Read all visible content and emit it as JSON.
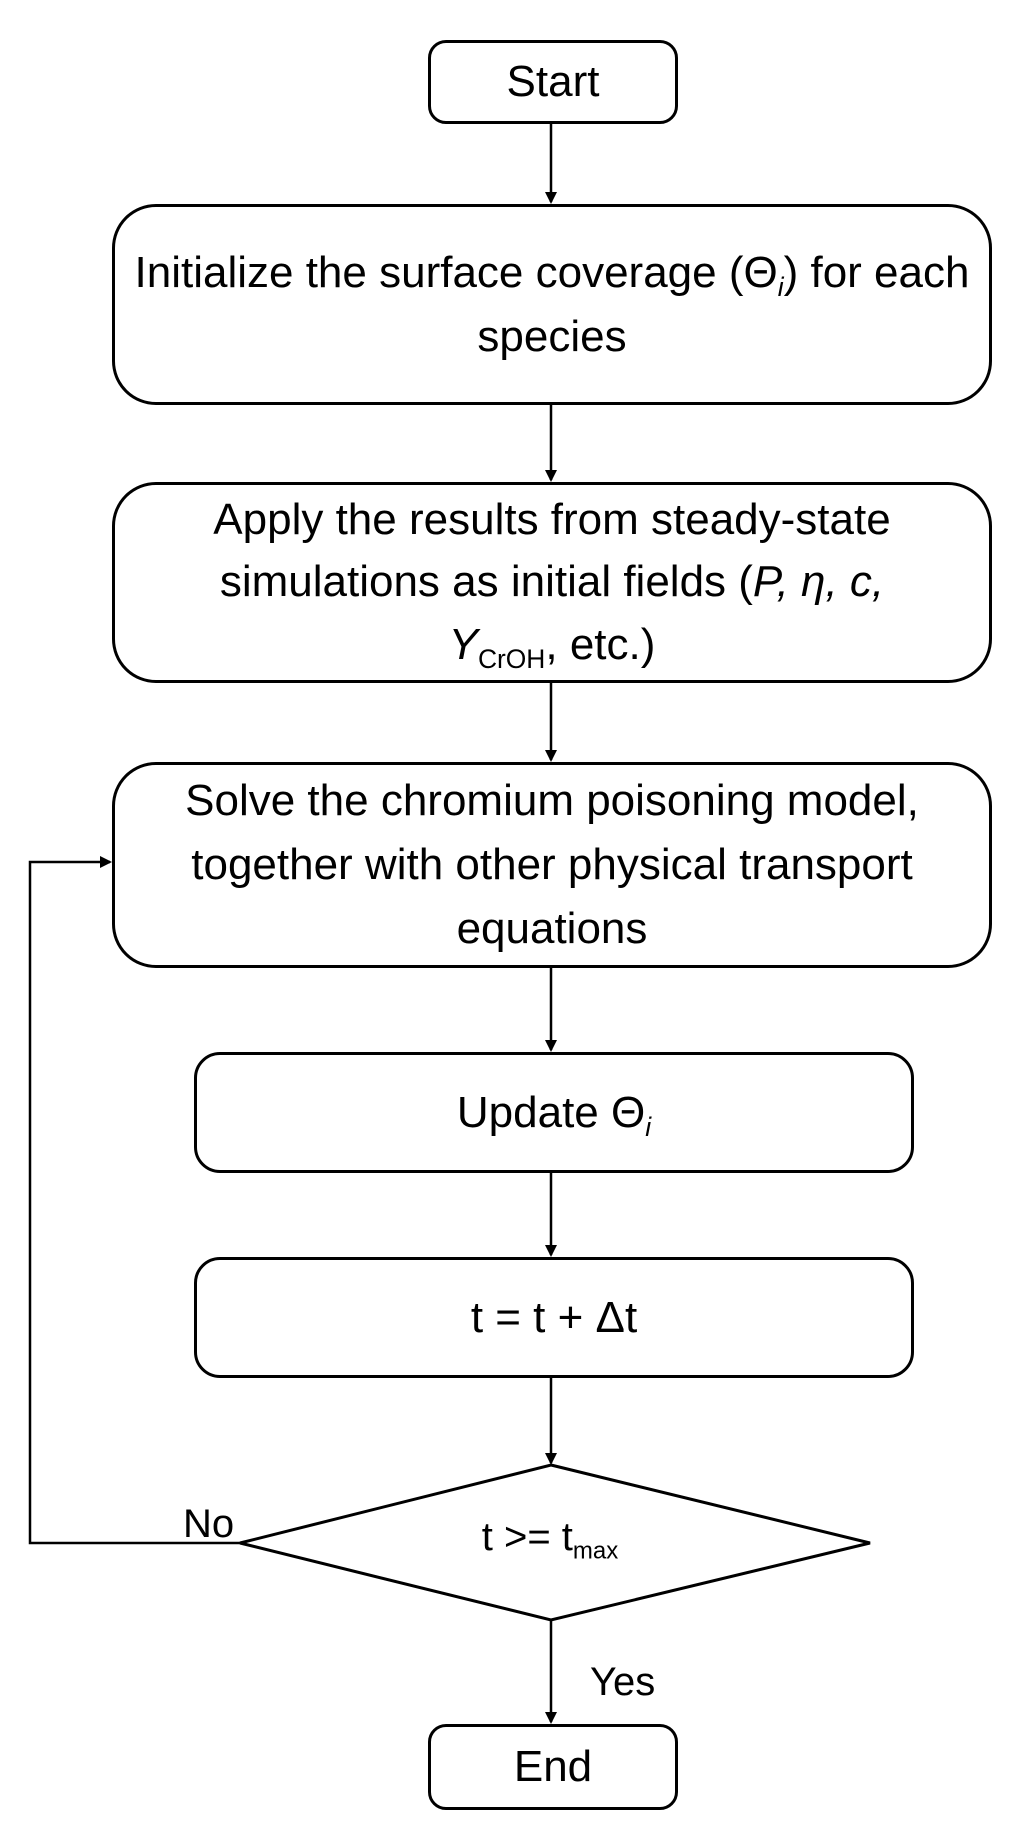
{
  "nodes": {
    "start": "Start",
    "init": {
      "pre": "Initialize the surface coverage (Θ",
      "sub": "i",
      "post": ") for each species"
    },
    "apply": {
      "line1": "Apply the results from steady-state",
      "line2_pre": "simulations as initial fields (",
      "vars": "P, η, c,",
      "y_var": "Y",
      "y_sub": "CrOH",
      "tail": ", etc.)"
    },
    "solve": "Solve the chromium poisoning model, together with other physical transport equations",
    "update": {
      "pre": "Update Θ",
      "sub": "i"
    },
    "increment": "t = t + Δt",
    "decision": {
      "pre": "t >= t",
      "sub": "max"
    },
    "end": "End"
  },
  "edges": {
    "no_label": "No",
    "yes_label": "Yes"
  }
}
